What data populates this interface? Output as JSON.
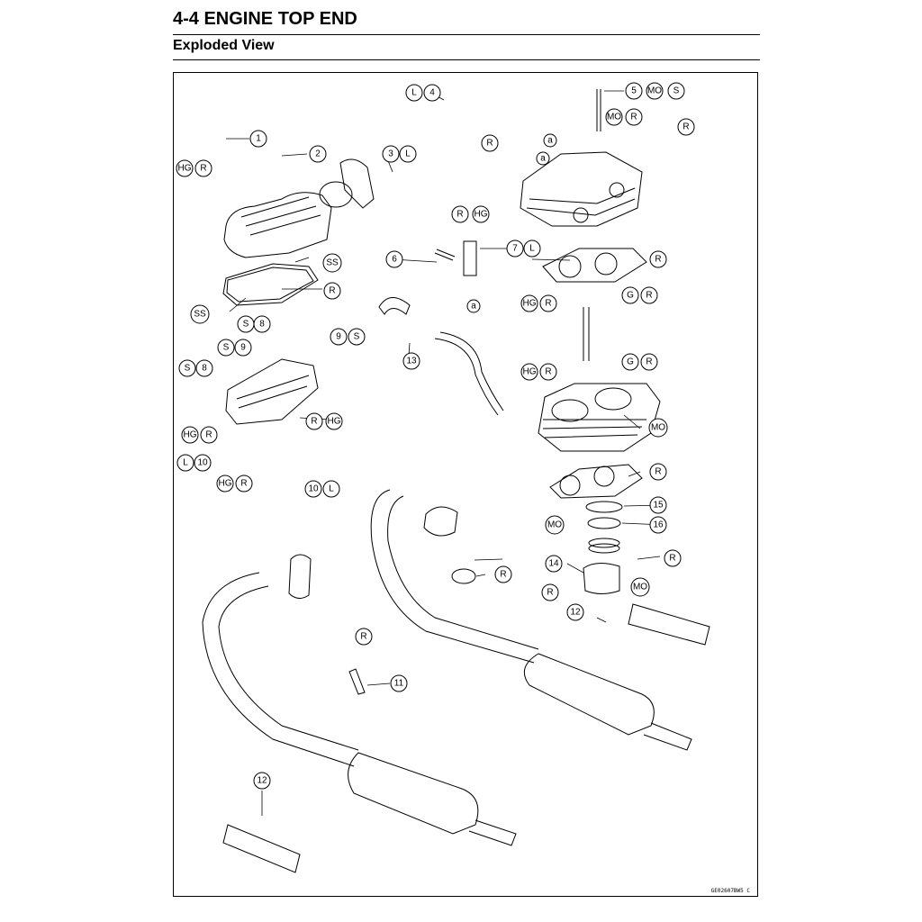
{
  "header": {
    "section_title": "4-4 ENGINE TOP END",
    "subtitle": "Exploded View"
  },
  "diagram": {
    "drawing_code": "GE02607BW5 C",
    "callouts": [
      {
        "id": "c1",
        "text": [
          "1"
        ]
      },
      {
        "id": "c2",
        "text": [
          "2"
        ]
      },
      {
        "id": "c3",
        "text": [
          "3",
          "L"
        ]
      },
      {
        "id": "c4",
        "text": [
          "L",
          "4"
        ]
      },
      {
        "id": "c5",
        "text": [
          "5",
          "MO",
          "S"
        ]
      },
      {
        "id": "c6",
        "text": [
          "6"
        ]
      },
      {
        "id": "c7",
        "text": [
          "7",
          "L"
        ]
      },
      {
        "id": "c8a",
        "text": [
          "S",
          "8"
        ]
      },
      {
        "id": "c8b",
        "text": [
          "S",
          "8"
        ]
      },
      {
        "id": "c9a",
        "text": [
          "9",
          "S"
        ]
      },
      {
        "id": "c9b",
        "text": [
          "S",
          "9"
        ]
      },
      {
        "id": "c10a",
        "text": [
          "L",
          "10"
        ]
      },
      {
        "id": "c10b",
        "text": [
          "10",
          "L"
        ]
      },
      {
        "id": "c11",
        "text": [
          "11"
        ]
      },
      {
        "id": "c12a",
        "text": [
          "12"
        ]
      },
      {
        "id": "c12b",
        "text": [
          "12"
        ]
      },
      {
        "id": "c13",
        "text": [
          "13"
        ]
      },
      {
        "id": "c14",
        "text": [
          "14"
        ]
      },
      {
        "id": "c15",
        "text": [
          "15"
        ]
      },
      {
        "id": "c16",
        "text": [
          "16"
        ]
      },
      {
        "id": "hgr1",
        "text": [
          "HG",
          "R"
        ]
      },
      {
        "id": "ss1",
        "text": [
          "SS"
        ]
      },
      {
        "id": "ss2",
        "text": [
          "SS"
        ]
      },
      {
        "id": "r_gasket",
        "text": [
          "R"
        ]
      },
      {
        "id": "mor_head",
        "text": [
          "MO",
          "R"
        ]
      },
      {
        "id": "r_head1",
        "text": [
          "R"
        ]
      },
      {
        "id": "r_head2",
        "text": [
          "R"
        ]
      },
      {
        "id": "rhg_head",
        "text": [
          "R",
          "HG"
        ]
      },
      {
        "id": "r_headgasket",
        "text": [
          "R"
        ]
      },
      {
        "id": "hgr2",
        "text": [
          "HG",
          "R"
        ]
      },
      {
        "id": "gr1",
        "text": [
          "G",
          "R"
        ]
      },
      {
        "id": "hgr3",
        "text": [
          "HG",
          "R"
        ]
      },
      {
        "id": "gr2",
        "text": [
          "G",
          "R"
        ]
      },
      {
        "id": "mo_cyl",
        "text": [
          "MO"
        ]
      },
      {
        "id": "rhg_rocker",
        "text": [
          "R",
          "HG"
        ]
      },
      {
        "id": "hgr4",
        "text": [
          "HG",
          "R"
        ]
      },
      {
        "id": "hgr5",
        "text": [
          "HG",
          "R"
        ]
      },
      {
        "id": "r_basegasket",
        "text": [
          "R"
        ]
      },
      {
        "id": "mo_rings",
        "text": [
          "MO"
        ]
      },
      {
        "id": "r_pin",
        "text": [
          "R"
        ]
      },
      {
        "id": "r_clip",
        "text": [
          "R"
        ]
      },
      {
        "id": "mo_piston",
        "text": [
          "MO"
        ]
      },
      {
        "id": "r_exhaust",
        "text": [
          "R"
        ]
      },
      {
        "id": "r_circlip",
        "text": [
          "R"
        ]
      },
      {
        "id": "a1",
        "text": [
          "a"
        ]
      },
      {
        "id": "a2",
        "text": [
          "a"
        ]
      },
      {
        "id": "a3",
        "text": [
          "a"
        ]
      }
    ]
  }
}
